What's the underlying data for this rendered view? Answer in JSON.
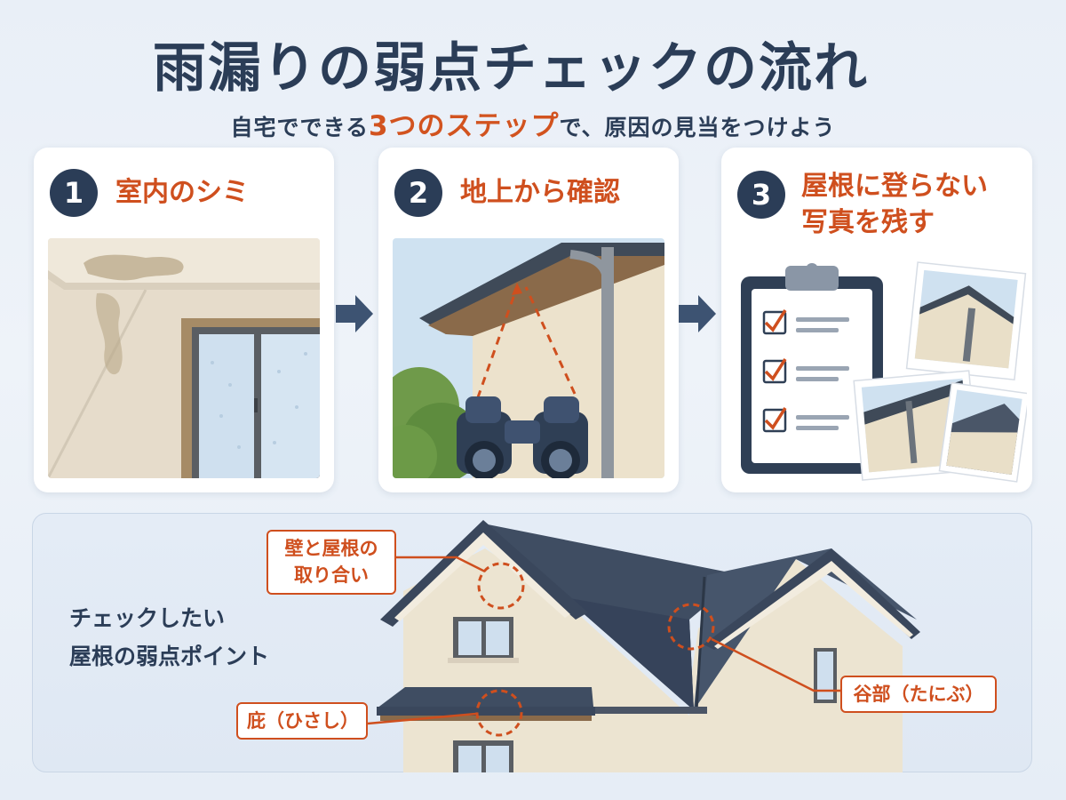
{
  "header": {
    "title": "雨漏りの弱点チェックの流れ",
    "subtitle_pre": "自宅でできる",
    "subtitle_accent": "3つのステップ",
    "subtitle_post": "で、原因の見当をつけよう"
  },
  "steps": [
    {
      "number": "1",
      "title": "室内のシミ"
    },
    {
      "number": "2",
      "title": "地上から確認"
    },
    {
      "number": "3",
      "title_line1": "屋根に登らない",
      "title_line2": "写真を残す"
    }
  ],
  "weak_points": {
    "label_line1": "チェックしたい",
    "label_line2": "屋根の弱点ポイント",
    "callouts": [
      {
        "line1": "壁と屋根の",
        "line2": "取り合い"
      },
      {
        "line1": "庇（ひさし）"
      },
      {
        "line1": "谷部（たにぶ）"
      }
    ]
  },
  "colors": {
    "navy": "#2b3d57",
    "accent_orange": "#cf4f1e",
    "card_bg": "#ffffff",
    "page_bg": "#eaf0f7"
  },
  "icons": [
    "arrow-right-icon",
    "checklist-clipboard-icon",
    "binoculars-icon",
    "photo-icon"
  ]
}
